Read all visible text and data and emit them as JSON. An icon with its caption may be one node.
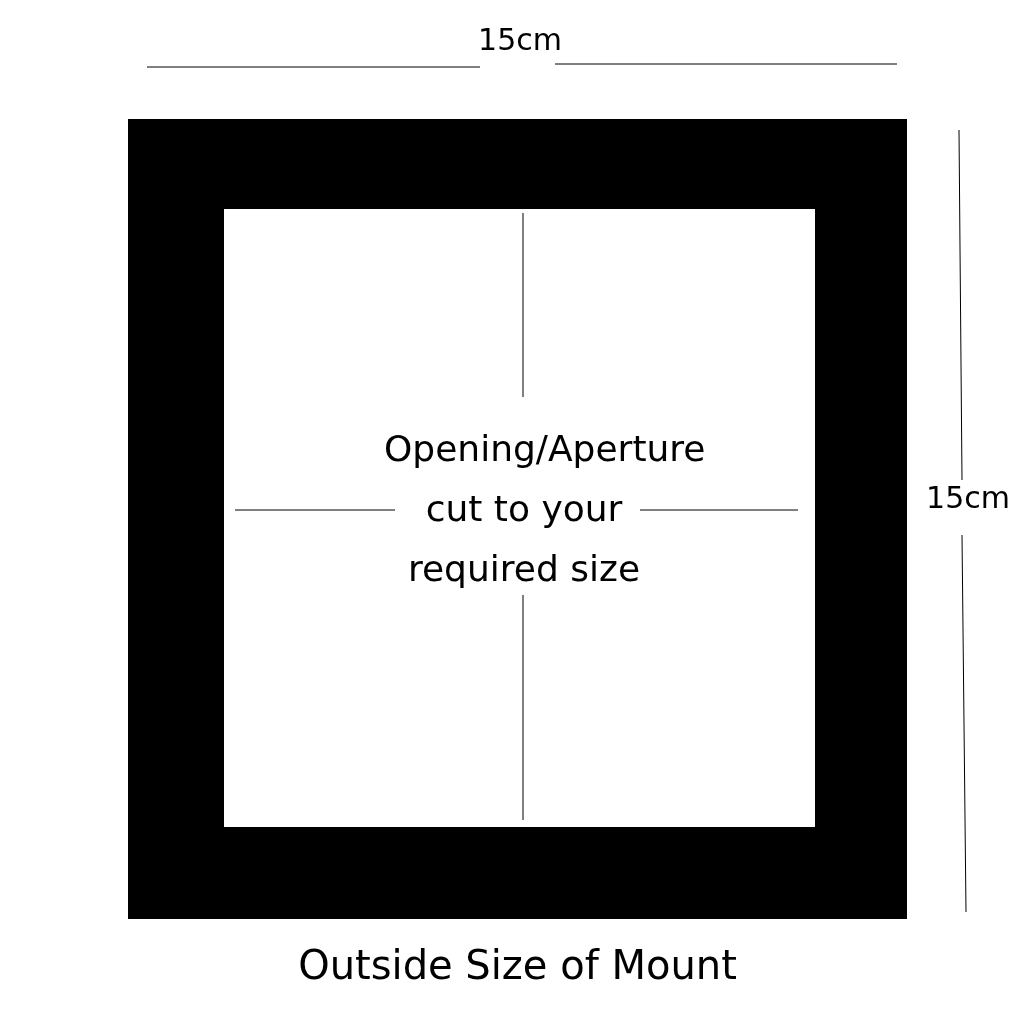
{
  "diagram": {
    "nodes": [
      {
        "text": [
          "Outside Size of Mount"
        ]
      },
      {
        "text": [
          "Opening/Aperture cut to your required size"
        ],
        "in": 0
      }
    ],
    "labels": [
      "15cm",
      "15cm"
    ]
  }
}
